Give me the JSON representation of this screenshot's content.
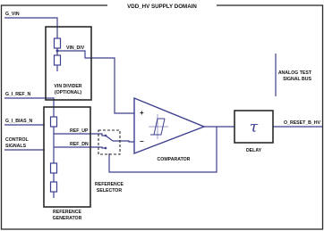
{
  "domain_title": "VDD_HV SUPPLY DOMAIN",
  "inputs": {
    "g_vin": "G_VIN",
    "g_i_ref_n": "G_I_REF_N",
    "g_i_bias_n": "G_I_BIAS_N",
    "control_signals_line1": "CONTROL",
    "control_signals_line2": "SIGNALS"
  },
  "vin_divider": {
    "node_label": "VIN_DIV",
    "title_line1": "VIN DIVIDER",
    "title_line2": "(OPTIONAL)"
  },
  "reference_generator": {
    "ref_up": "REF_UP",
    "ref_dn": "REF_DN",
    "title_line1": "REFERENCE",
    "title_line2": "GENERATOR"
  },
  "reference_selector": {
    "title_line1": "REFERENCE",
    "title_line2": "SELECTOR"
  },
  "comparator": {
    "title": "COMPARATOR",
    "plus": "+",
    "minus": "−"
  },
  "delay": {
    "symbol": "τ",
    "title": "DELAY"
  },
  "outputs": {
    "o_reset": "O_RESET_B_HV",
    "analog_test_line1": "ANALOG TEST",
    "analog_test_line2": "SIGNAL BUS"
  },
  "colors": {
    "domain_border": "#2a2a2a",
    "wire": "#3d3f8f",
    "block_fill": "#ffffff"
  }
}
